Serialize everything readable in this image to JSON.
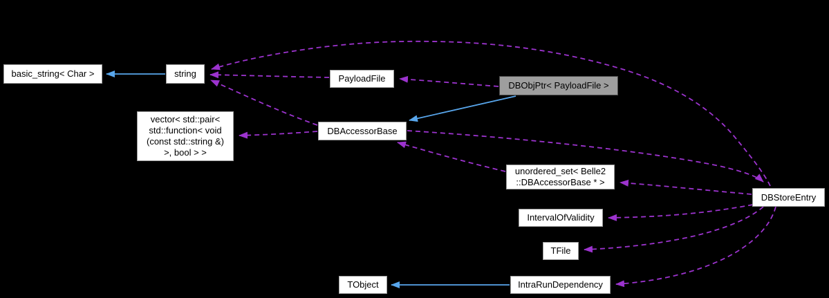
{
  "diagram_type": "doxygen-collaboration-graph",
  "colors": {
    "background": "#000000",
    "node_fill": "#ffffff",
    "node_border": "#9c9c9c",
    "main_node_fill": "#9e9e9e",
    "main_node_border": "#4a4a4a",
    "text": "#000000",
    "inheritance_edge": "#58a6ec",
    "usage_edge": "#9c33ce"
  },
  "nodes": {
    "basic_string": {
      "label": "basic_string< Char >"
    },
    "string": {
      "label": "string"
    },
    "payload_file": {
      "label": "PayloadFile"
    },
    "dbobjptr": {
      "label": "DBObjPtr< PayloadFile >"
    },
    "vector_pair": {
      "lines": [
        "vector< std::pair<",
        "std::function< void",
        "(const std::string &)",
        ">, bool > >"
      ]
    },
    "dbaccessor_base": {
      "label": "DBAccessorBase"
    },
    "unordered_set": {
      "lines": [
        "unordered_set< Belle2",
        "::DBAccessorBase * >"
      ]
    },
    "interval_of_validity": {
      "label": "IntervalOfValidity"
    },
    "tfile": {
      "label": "TFile"
    },
    "intra_run_dependency": {
      "label": "IntraRunDependency"
    },
    "dbstore_entry": {
      "label": "DBStoreEntry"
    },
    "tobject": {
      "label": "TObject"
    }
  },
  "edges": [
    {
      "from": "string",
      "to": "basic_string< Char >",
      "type": "public-inheritance"
    },
    {
      "from": "DBObjPtr< PayloadFile >",
      "to": "DBAccessorBase",
      "type": "public-inheritance"
    },
    {
      "from": "IntraRunDependency",
      "to": "TObject",
      "type": "public-inheritance"
    },
    {
      "from": "DBObjPtr< PayloadFile >",
      "to": "PayloadFile",
      "type": "usage"
    },
    {
      "from": "PayloadFile",
      "to": "string",
      "type": "usage"
    },
    {
      "from": "DBAccessorBase",
      "to": "string",
      "type": "usage"
    },
    {
      "from": "DBStoreEntry",
      "to": "string",
      "type": "usage"
    },
    {
      "from": "DBAccessorBase",
      "to": "vector< std::pair< std::function< void (const std::string &) >, bool > >",
      "type": "usage"
    },
    {
      "from": "DBAccessorBase",
      "to": "DBStoreEntry",
      "type": "usage"
    },
    {
      "from": "unordered_set< Belle2::DBAccessorBase * >",
      "to": "DBAccessorBase",
      "type": "usage"
    },
    {
      "from": "DBStoreEntry",
      "to": "unordered_set< Belle2::DBAccessorBase * >",
      "type": "usage"
    },
    {
      "from": "DBStoreEntry",
      "to": "IntervalOfValidity",
      "type": "usage"
    },
    {
      "from": "DBStoreEntry",
      "to": "TFile",
      "type": "usage"
    },
    {
      "from": "DBStoreEntry",
      "to": "IntraRunDependency",
      "type": "usage"
    }
  ]
}
